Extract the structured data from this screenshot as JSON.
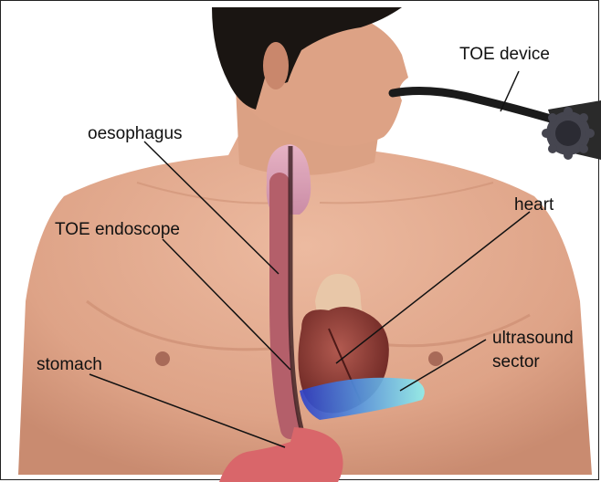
{
  "labels": {
    "toe_device": "TOE device",
    "oesophagus": "oesophagus",
    "heart": "heart",
    "toe_endoscope": "TOE endoscope",
    "ultrasound_sector_line1": "ultrasound",
    "ultrasound_sector_line2": "sector",
    "stomach": "stomach"
  },
  "colors": {
    "skin": "#e2a98e",
    "skin_shadow": "#c9876c",
    "hair": "#1a1512",
    "oesophagus": "#b45f6a",
    "throat": "#d9a0b8",
    "heart": "#8e3430",
    "aorta": "#e8c7a8",
    "ultrasound": "#5bd6e0",
    "stomach": "#d9666a",
    "scope": "#1b1b1b",
    "leader_line": "#111111"
  }
}
